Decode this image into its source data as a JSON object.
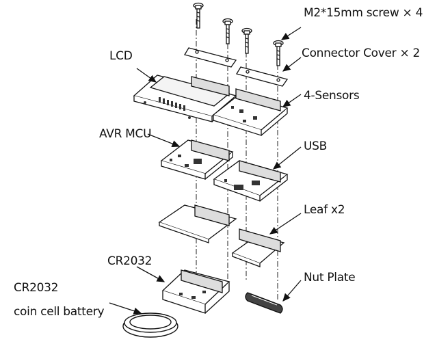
{
  "labels": {
    "screw": "M2*15mm screw × 4",
    "cover": "Connector Cover × 2",
    "lcd": "LCD",
    "sensors": "4-Sensors",
    "avr": "AVR MCU",
    "usb": "USB",
    "leaf": "Leaf x2",
    "cr2032": "CR2032",
    "battery_line1": "CR2032",
    "battery_line2": "coin cell battery",
    "nut": "Nut Plate"
  }
}
